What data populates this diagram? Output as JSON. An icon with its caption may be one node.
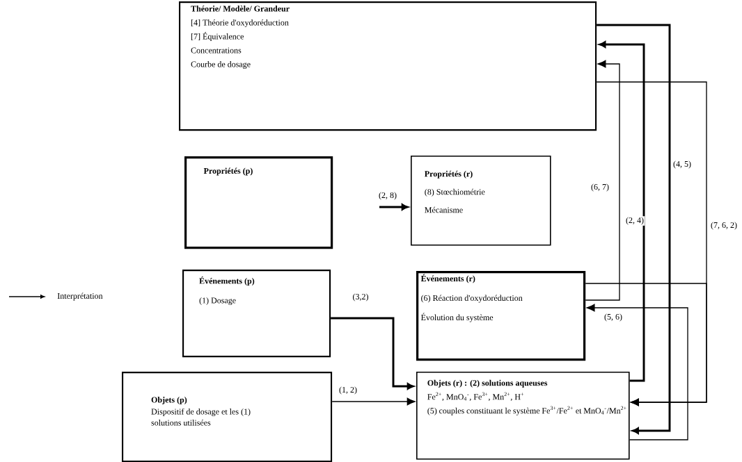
{
  "diagram": {
    "nodes": [
      {
        "text": [
          "Théorie/ Modèle/ Grandeur",
          "[4] Théorie d'oxydoréduction",
          "[7] Équivalence",
          "Concentrations",
          "Courbe de dosage"
        ]
      },
      {
        "text": [
          "Propriétés (p)"
        ]
      },
      {
        "text": [
          "Propriétés (r)",
          "(8) Stœchiométrie",
          "Mécanisme"
        ]
      },
      {
        "text": [
          "Événements (p)",
          "(1) Dosage"
        ]
      },
      {
        "text": [
          "Événements (r)",
          "(6) Réaction d'oxydoréduction",
          "Évolution du système"
        ]
      },
      {
        "text": [
          "Objets (p)",
          "Dispositif de dosage et les (1) solutions utilisées"
        ]
      },
      {
        "text": [
          "Objets (r) : (2) solutions aqueuses",
          "Fe$^{2+}$, MnO$_{4}$$^{-}$, Fe$^{3+}$, Mn$^{2+}$, H$^{+}$",
          "(5) couples constituant le système Fe$^{3+}$/Fe$^{2+}$ et MnO$_{4}$$^{-}$/Mn$^{2+}$"
        ]
      }
    ],
    "edges": [
      {
        "from": 3,
        "to": 6,
        "arrow": "to",
        "label": "(3,2)",
        "style": "thick"
      },
      {
        "from": 5,
        "to": 6,
        "arrow": "to",
        "label": "(1, 2)"
      },
      {
        "from": null,
        "to": 2,
        "arrow": "to",
        "label": "(2, 8)",
        "style": "thick"
      },
      {
        "from": 0,
        "to": 6,
        "arrow": "to",
        "label": "(4, 5)",
        "style": "thick"
      },
      {
        "from": 6,
        "to": 0,
        "arrow": "to",
        "label": "(2, 4)",
        "style": "thick"
      },
      {
        "from": 4,
        "to": 0,
        "arrow": "to",
        "label": "(6, 7)"
      },
      {
        "from": 6,
        "to": 4,
        "arrow": "to",
        "label": "(5, 6)"
      },
      {
        "from": 0,
        "to": 6,
        "arrow": "to",
        "label": "(7, 6, 2)"
      },
      {
        "from": 4,
        "to": 6,
        "arrow": "to"
      }
    ],
    "legend": [
      {
        "text": "Interprétation"
      }
    ]
  }
}
